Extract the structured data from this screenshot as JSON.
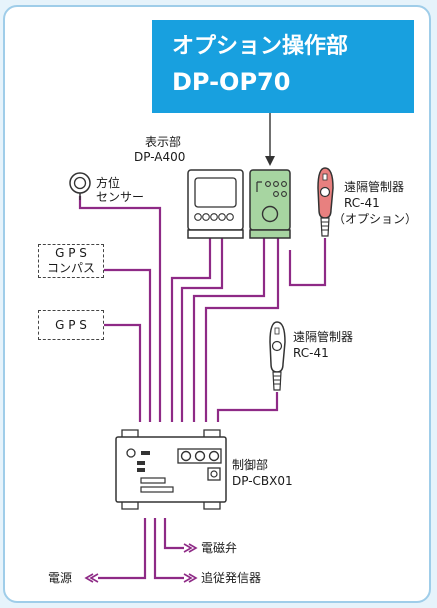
{
  "banner": {
    "title": "オプション操作部",
    "model": "DP-OP70"
  },
  "display_unit": {
    "label": "表示部",
    "model": "DP-A400"
  },
  "heading_sensor": {
    "line1": "方位",
    "line2": "センサー"
  },
  "gps_compass": {
    "line1": "G P S",
    "line2": "コンパス"
  },
  "gps": {
    "label": "G P S"
  },
  "remote_option": {
    "label": "遠隔管制器",
    "model": "RC-41",
    "note": "（オプション）"
  },
  "remote": {
    "label": "遠隔管制器",
    "model": "RC-41"
  },
  "control_unit": {
    "label": "制御部",
    "model": "DP-CBX01"
  },
  "outputs": {
    "solenoid": "電磁弁",
    "power": "電源",
    "follow_up": "追従発信器"
  },
  "colors": {
    "cable": "#8e2a86",
    "banner": "#18a0df",
    "option_panel": "#a7d5a1",
    "remote_option": "#e8807f"
  }
}
